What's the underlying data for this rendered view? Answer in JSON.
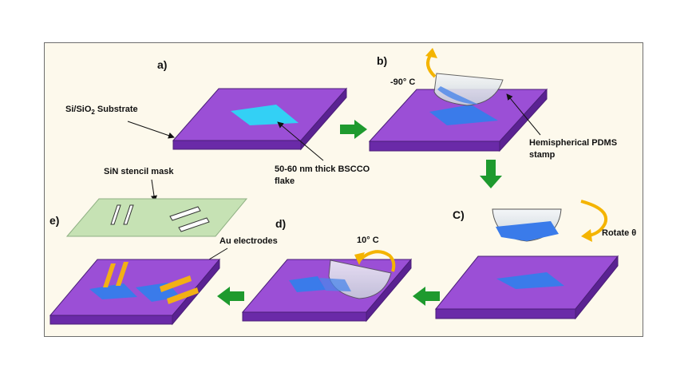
{
  "steps": {
    "a": "a)",
    "b": "b)",
    "c": "C)",
    "d": "d)",
    "e": "e)"
  },
  "annotations": {
    "substrate_line1": "Si/SiO",
    "substrate_sub": "2",
    "substrate_line2": " Substrate",
    "flake_line1": "50-60 nm thick BSCCO",
    "flake_line2": "flake",
    "temp_b": "-90° C",
    "pdms_line1": "Hemispherical PDMS",
    "pdms_line2": "stamp",
    "rotate": "Rotate θ",
    "temp_d": "10° C",
    "stencil": "SiN stencil mask",
    "electrodes": "Au electrodes"
  },
  "colors": {
    "substrate_top": "#9b4fd6",
    "substrate_side": "#6a2aa8",
    "flake_a": "#33d0f5",
    "flake_blue": "#3a7bea",
    "arrow_green": "#1e9a2e",
    "arrow_orange": "#f4b400",
    "electrode": "#f2b015",
    "mask": "#c6e2b4"
  }
}
